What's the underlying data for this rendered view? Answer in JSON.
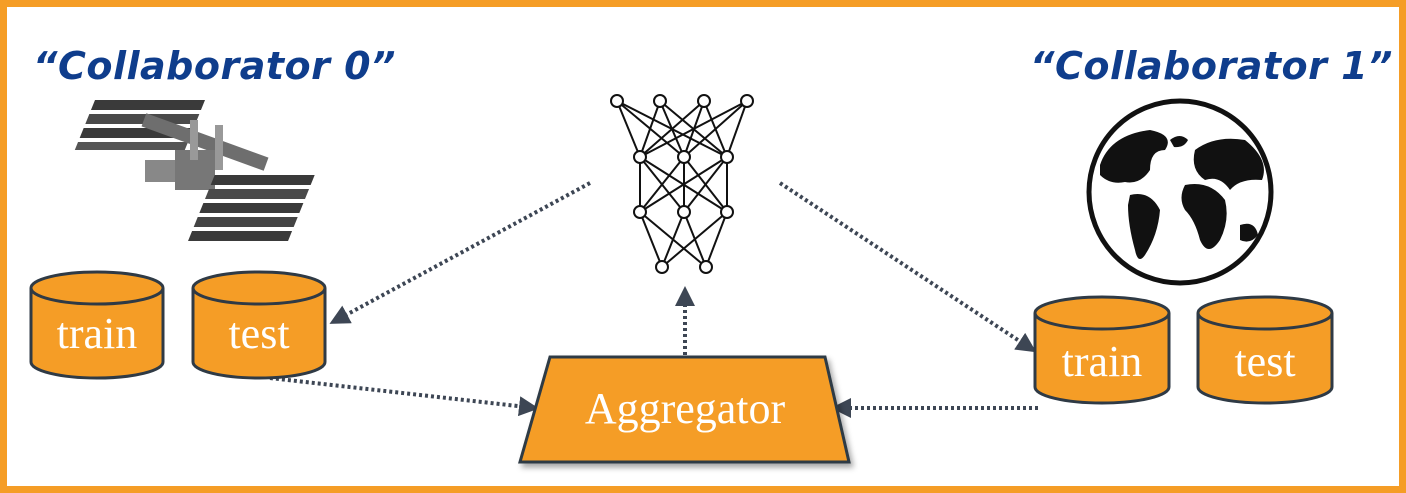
{
  "collaborators": [
    {
      "title": "“Collaborator 0”",
      "icon": "space-station-icon",
      "datasets": [
        {
          "label": "train"
        },
        {
          "label": "test"
        }
      ]
    },
    {
      "title": "“Collaborator 1”",
      "icon": "globe-icon",
      "datasets": [
        {
          "label": "train"
        },
        {
          "label": "test"
        }
      ]
    }
  ],
  "aggregator": {
    "label": "Aggregator"
  },
  "model": {
    "icon": "neural-network-icon"
  },
  "colors": {
    "accent": "#F59D26",
    "accent_border": "#2f3a45",
    "title": "#0F3D8C",
    "arrow": "#3d4654"
  }
}
